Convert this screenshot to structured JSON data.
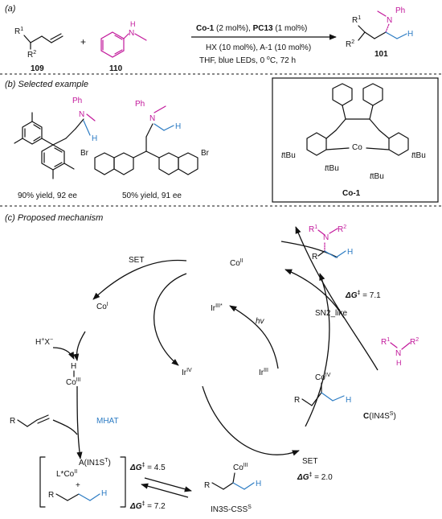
{
  "panel_a": {
    "label": "(a)",
    "reactant1": {
      "r1": "R",
      "r1_sup": "1",
      "r2": "R",
      "r2_sup": "2",
      "number": "109"
    },
    "reactant2": {
      "nh": "H",
      "n": "N",
      "number": "110"
    },
    "plus": "+",
    "conditions_line1": {
      "cat1": "Co-1",
      "cat1_load": " (2 mol%), ",
      "cat2": "PC13",
      "cat2_load": " (1 mol%)"
    },
    "conditions_line2": "HX (10 mol%), A-1 (10 mol%)",
    "conditions_line3": {
      "pre": "THF, blue LEDs, 0 ",
      "sup": "o",
      "post": "C, 72 h"
    },
    "product": {
      "r1": "R",
      "r1_sup": "1",
      "r2": "R",
      "r2_sup": "2",
      "n": "N",
      "ph": "Ph",
      "h": "H",
      "number": "101"
    }
  },
  "panel_b": {
    "label": "(b) Selected example",
    "example1": {
      "ph": "Ph",
      "n": "N",
      "h": "H",
      "yield": "90% yield, 92 ee"
    },
    "example2": {
      "ph": "Ph",
      "n": "N",
      "h": "H",
      "br1": "Br",
      "br2": "Br",
      "yield": "50% yield, 91 ee"
    },
    "catalyst": {
      "co": "Co",
      "tbu1": "tBu",
      "tbu2": "tBu",
      "tbu3": "tBu",
      "tbu4": "tBu",
      "name": "Co-1"
    }
  },
  "panel_c": {
    "label": "(c) Proposed mechanism",
    "set_top": "SET",
    "co_ii": {
      "base": "Co",
      "sup": "II"
    },
    "co_i": {
      "base": "Co",
      "sup": "I"
    },
    "hx": {
      "h": "H",
      "hsup": "+",
      "x": "X",
      "xsup": "−"
    },
    "co_iii_h": {
      "h": "H",
      "base": "Co",
      "sup": "III"
    },
    "mhat": "MHAT",
    "intermediate_a": {
      "name": "A(IN1S",
      "sup": "T",
      "close": ")",
      "lco": "L*Co",
      "lco_sup": "II"
    },
    "radical": {
      "r": "R",
      "plus": "+",
      "h": "H"
    },
    "dg1": {
      "sym": "ΔG",
      "dag": "‡",
      "val": " = 4.5"
    },
    "dg2": {
      "sym": "ΔG",
      "dag": "‡",
      "val": " = 7.2"
    },
    "alkylco": {
      "r": "R",
      "co": "Co",
      "sup": "III",
      "h": "H",
      "name": "IN3S-CSS",
      "name_sup": "S"
    },
    "ir_star": {
      "base": "Ir",
      "sup": "III*"
    },
    "hv": "hv",
    "ir_iv": {
      "base": "Ir",
      "sup": "IV"
    },
    "ir_iii": {
      "base": "Ir",
      "sup": "III"
    },
    "set_bottom": "SET",
    "dg3": {
      "sym": "ΔG",
      "dag": "‡",
      "val": " = 2.0"
    },
    "co_iv_species": {
      "r": "R",
      "co": "Co",
      "sup": "IV",
      "h": "H",
      "name": "C",
      "paren": "(IN4S",
      "psup": "S",
      "pclose": ")"
    },
    "sn2": "SN2_like",
    "dg4": {
      "sym": "ΔG",
      "dag": "‡",
      "val": " = 7.1"
    },
    "amine": {
      "r1": "R",
      "s1": "1",
      "n": "N",
      "r2": "R",
      "s2": "2",
      "h": "H"
    },
    "product_c": {
      "r1": "R",
      "s1": "1",
      "r2": "R",
      "s2": "2",
      "n": "N",
      "r": "R",
      "h": "H"
    }
  }
}
